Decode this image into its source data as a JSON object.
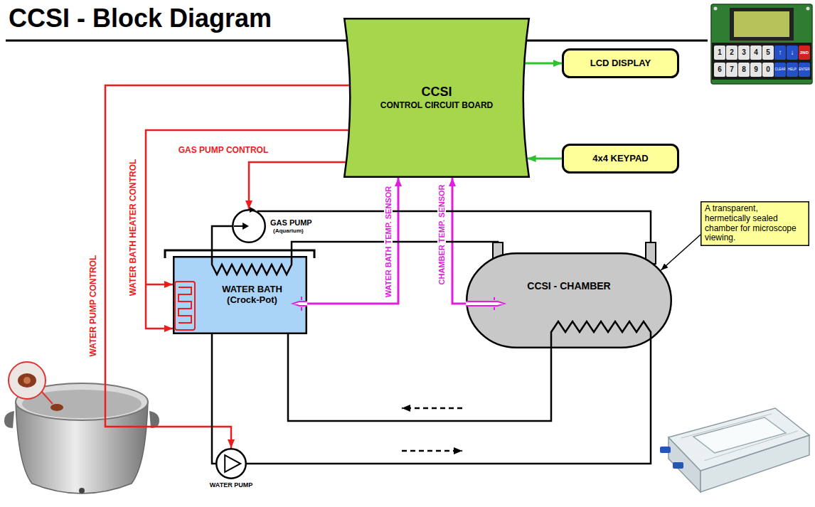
{
  "diagram": {
    "title": "CCSI - Block Diagram",
    "nodes": [
      {
        "text": [
          "CCSI",
          "CONTROL CIRCUIT BOARD"
        ]
      },
      {
        "text": [
          "LCD DISPLAY"
        ]
      },
      {
        "text": [
          "4x4 KEYPAD"
        ]
      },
      {
        "text": [
          "GAS PUMP",
          "(Aquarium)"
        ]
      },
      {
        "text": [
          "A transparent, hermetically sealed chamber for microscope viewing."
        ]
      },
      {
        "text": [
          "WATER BATH (Crock-Pot)"
        ]
      },
      {
        "text": [
          "CCSI - CHAMBER"
        ]
      },
      {
        "text": [
          "WATER PUMP"
        ]
      }
    ],
    "edges": [
      {
        "from": 0,
        "to": 1,
        "arrow": "to"
      },
      {
        "from": 2,
        "to": 0,
        "arrow": "to"
      },
      {
        "from": 0,
        "to": 3,
        "label": "GAS PUMP CONTROL",
        "arrow": "to"
      },
      {
        "from": 0,
        "to": 5,
        "label": "WATER BATH HEATER CONTROL",
        "arrow": "to"
      },
      {
        "from": 0,
        "to": 7,
        "label": "WATER PUMP CONTROL",
        "arrow": "to"
      },
      {
        "from": 5,
        "to": 0,
        "label": "WATER BATH TEMP. SENSOR",
        "arrow": "to"
      },
      {
        "from": 6,
        "to": 0,
        "label": "CHAMBER TEMP. SENSOR",
        "arrow": "to"
      },
      {
        "from": 3,
        "to": 5,
        "arrow": "none"
      },
      {
        "from": 5,
        "to": 6,
        "arrow": "none"
      },
      {
        "from": 6,
        "to": 3,
        "arrow": "none"
      },
      {
        "from": 5,
        "to": 7,
        "arrow": "none"
      },
      {
        "from": 7,
        "to": 6,
        "arrow": "none"
      },
      {
        "from": 6,
        "to": 5,
        "arrow": "none"
      },
      {
        "from": 4,
        "to": 6,
        "arrow": "to"
      }
    ],
    "labels": [
      "1",
      "2",
      "3",
      "4",
      "5",
      "↑",
      "↓",
      "2ND",
      "6",
      "7",
      "8",
      "9",
      "0",
      "CLEAR",
      "HELP",
      "ENTER"
    ]
  }
}
